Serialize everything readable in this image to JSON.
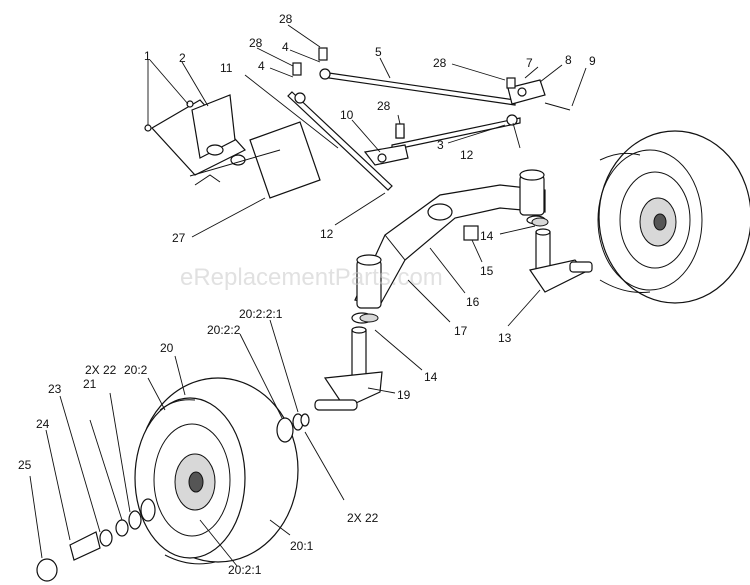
{
  "watermark": "eReplacementParts.com",
  "callouts": {
    "c1": "1",
    "c2": "2",
    "c3": "3",
    "c4a": "4",
    "c4b": "4",
    "c5": "5",
    "c7": "7",
    "c8": "8",
    "c9": "9",
    "c10": "10",
    "c11": "11",
    "c12a": "12",
    "c12b": "12",
    "c13": "13",
    "c14a": "14",
    "c14b": "14",
    "c15": "15",
    "c16": "16",
    "c17": "17",
    "c19": "19",
    "c20": "20",
    "c20_1": "20:1",
    "c20_2": "20:2",
    "c20_2_1": "20:2:1",
    "c20_2_2": "20:2:2",
    "c20_2_2_1": "20:2:2:1",
    "c21": "21",
    "c22a": "2X 22",
    "c22b": "2X 22",
    "c23": "23",
    "c24": "24",
    "c25": "25",
    "c27": "27",
    "c28a": "28",
    "c28b": "28",
    "c28c": "28",
    "c28d": "28"
  }
}
